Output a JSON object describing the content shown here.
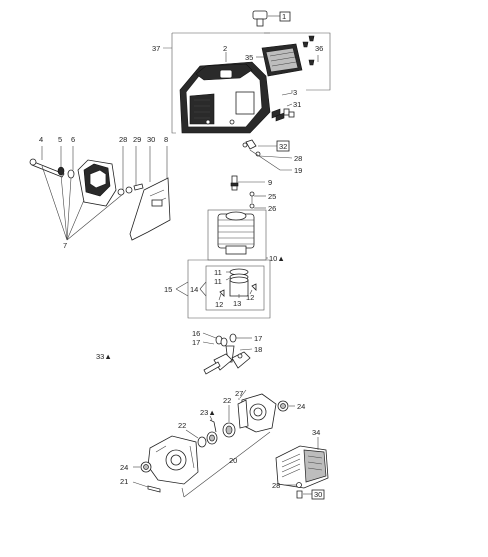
{
  "callouts": {
    "c1": "1",
    "c37": "37",
    "c2": "2",
    "c35": "35",
    "c36": "36",
    "c3": "3",
    "c31": "31",
    "c4": "4",
    "c5": "5",
    "c6": "6",
    "c28a": "28",
    "c29": "29",
    "c30a": "30",
    "c8": "8",
    "c32": "32",
    "c28b": "28",
    "c19": "19",
    "c7": "7",
    "c9": "9",
    "c25": "25",
    "c26": "26",
    "c10": "10▲",
    "c11a": "11",
    "c11b": "11",
    "c15": "15",
    "c14": "14",
    "c13": "13",
    "c12a": "12",
    "c12b": "12",
    "c16": "16",
    "c17a": "17",
    "c17b": "17",
    "c18": "18",
    "c33": "33▲",
    "c27": "27",
    "c23": "23▲",
    "c22a": "22",
    "c22b": "22",
    "c24a": "24",
    "c34": "34",
    "c20": "20",
    "c24b": "24",
    "c21": "21",
    "c28c": "28",
    "c30b": "30"
  },
  "colors": {
    "line": "#444444",
    "part_dark": "#2a2a2a",
    "part_grey": "#bdbdbd"
  }
}
